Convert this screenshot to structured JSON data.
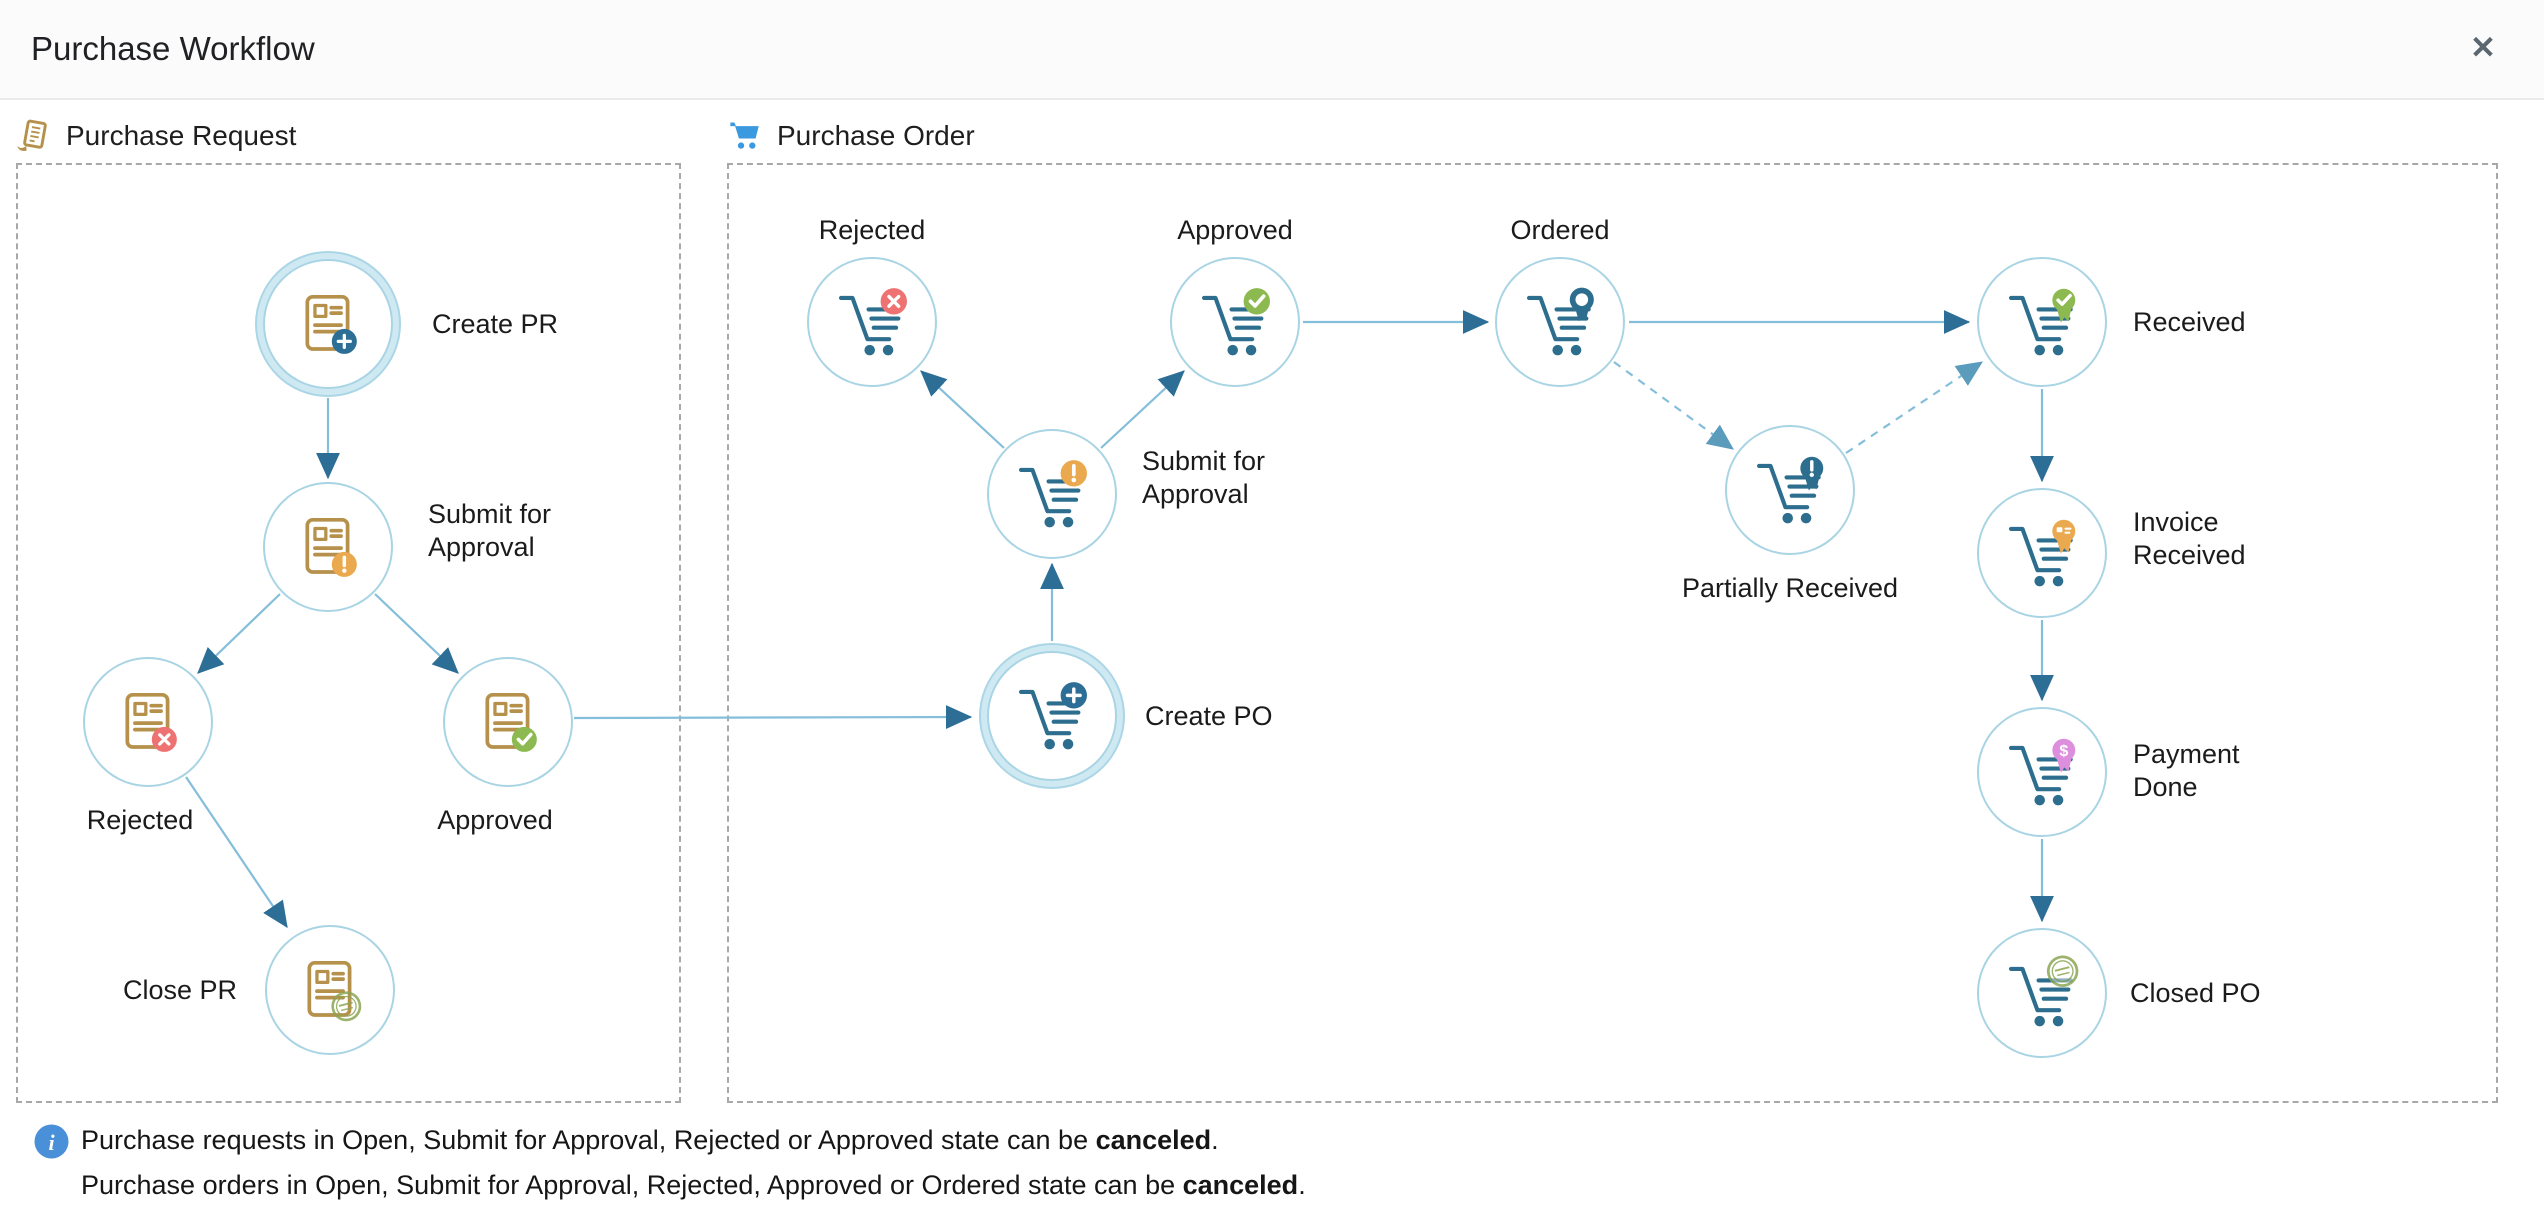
{
  "window": {
    "title": "Purchase Workflow"
  },
  "icons": {
    "close_glyph": "✕",
    "info_glyph": "i",
    "dollar_glyph": "$"
  },
  "colors": {
    "node_border": "#a9d4e4",
    "selected_ring": "#cfe9f3",
    "edge_line": "#85bedb",
    "arrow_head": "#2d6e96",
    "document_gold": "#b5914c",
    "cart_teal": "#2d6e8e",
    "badge_teal": "#2d6e96",
    "badge_orange": "#eaa94e",
    "badge_red": "#ee7272",
    "badge_green": "#8cba50",
    "badge_pink": "#dd8fdd",
    "stamp_green": "#8aa653",
    "pr_section_icon_gold": "#b5914c",
    "po_section_icon_blue": "#3b99e0",
    "info_blue": "#4a90d9",
    "dashed_border": "#a8a8a8"
  },
  "sections": {
    "purchase_request": {
      "title": "Purchase Request",
      "nodes": {
        "create": {
          "label": "Create PR",
          "icon": "document-plus",
          "selected": true
        },
        "submit": {
          "label": "Submit for Approval",
          "icon": "document-exclamation",
          "selected": false
        },
        "rejected": {
          "label": "Rejected",
          "icon": "document-x",
          "selected": false
        },
        "approved": {
          "label": "Approved",
          "icon": "document-check",
          "selected": false
        },
        "close": {
          "label": "Close PR",
          "icon": "document-stamp",
          "selected": false
        }
      }
    },
    "purchase_order": {
      "title": "Purchase Order",
      "nodes": {
        "rejected": {
          "label": "Rejected",
          "icon": "cart-x",
          "selected": false
        },
        "approved": {
          "label": "Approved",
          "icon": "cart-check",
          "selected": false
        },
        "ordered": {
          "label": "Ordered",
          "icon": "cart-award",
          "selected": false
        },
        "submit": {
          "label": "Submit for Approval",
          "icon": "cart-exclamation",
          "selected": false
        },
        "create": {
          "label": "Create PO",
          "icon": "cart-plus",
          "selected": true
        },
        "partially_received": {
          "label": "Partially Received",
          "icon": "cart-ribbon-exclamation",
          "selected": false
        },
        "received": {
          "label": "Received",
          "icon": "cart-ribbon-check",
          "selected": false
        },
        "invoice_received": {
          "label": "Invoice Received",
          "icon": "cart-ribbon-invoice",
          "selected": false
        },
        "payment_done": {
          "label": "Payment Done",
          "icon": "cart-ribbon-dollar",
          "selected": false
        },
        "closed": {
          "label": "Closed PO",
          "icon": "cart-stamp",
          "selected": false
        }
      }
    }
  },
  "edges": [
    {
      "from": "pr.create",
      "to": "pr.submit",
      "style": "solid"
    },
    {
      "from": "pr.submit",
      "to": "pr.rejected",
      "style": "solid"
    },
    {
      "from": "pr.submit",
      "to": "pr.approved",
      "style": "solid"
    },
    {
      "from": "pr.rejected",
      "to": "pr.close",
      "style": "solid"
    },
    {
      "from": "pr.approved",
      "to": "po.create",
      "style": "solid"
    },
    {
      "from": "po.create",
      "to": "po.submit",
      "style": "solid"
    },
    {
      "from": "po.submit",
      "to": "po.rejected",
      "style": "solid"
    },
    {
      "from": "po.submit",
      "to": "po.approved",
      "style": "solid"
    },
    {
      "from": "po.approved",
      "to": "po.ordered",
      "style": "solid"
    },
    {
      "from": "po.ordered",
      "to": "po.received",
      "style": "solid"
    },
    {
      "from": "po.ordered",
      "to": "po.partially_received",
      "style": "dashed"
    },
    {
      "from": "po.partially_received",
      "to": "po.received",
      "style": "dashed"
    },
    {
      "from": "po.received",
      "to": "po.invoice_received",
      "style": "solid"
    },
    {
      "from": "po.invoice_received",
      "to": "po.payment_done",
      "style": "solid"
    },
    {
      "from": "po.payment_done",
      "to": "po.closed",
      "style": "solid"
    }
  ],
  "footer": {
    "lines": [
      {
        "prefix": "Purchase requests in Open, Submit for Approval, Rejected or Approved state can be ",
        "bold": "canceled",
        "suffix": "."
      },
      {
        "prefix": "Purchase orders in Open, Submit for Approval, Rejected, Approved or Ordered state can be ",
        "bold": "canceled",
        "suffix": "."
      }
    ]
  }
}
